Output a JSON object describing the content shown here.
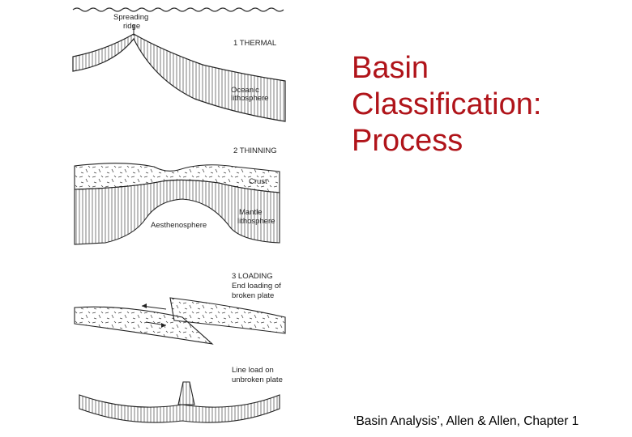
{
  "slide": {
    "title_lines": [
      "Basin",
      "Classification:",
      "Process"
    ],
    "citation": "‘Basin Analysis’, Allen & Allen, Chapter 1",
    "title_color": "#b0141a"
  },
  "diagram": {
    "panel1": {
      "ridge_label_1": "Spreading",
      "ridge_label_2": "ridge",
      "heading": "1 THERMAL",
      "label_1": "Oceanic",
      "label_2": "lithosphere"
    },
    "panel2": {
      "heading": "2  THINNING",
      "crust": "Crust",
      "mantle_1": "Mantle",
      "mantle_2": "lithosphere",
      "asthenosphere": "Aesthenosphere"
    },
    "panel3": {
      "heading": "3 LOADING",
      "line_1": "End loading of",
      "line_2": "broken plate"
    },
    "panel4": {
      "line_1": "Line load on",
      "line_2": "unbroken plate"
    }
  }
}
